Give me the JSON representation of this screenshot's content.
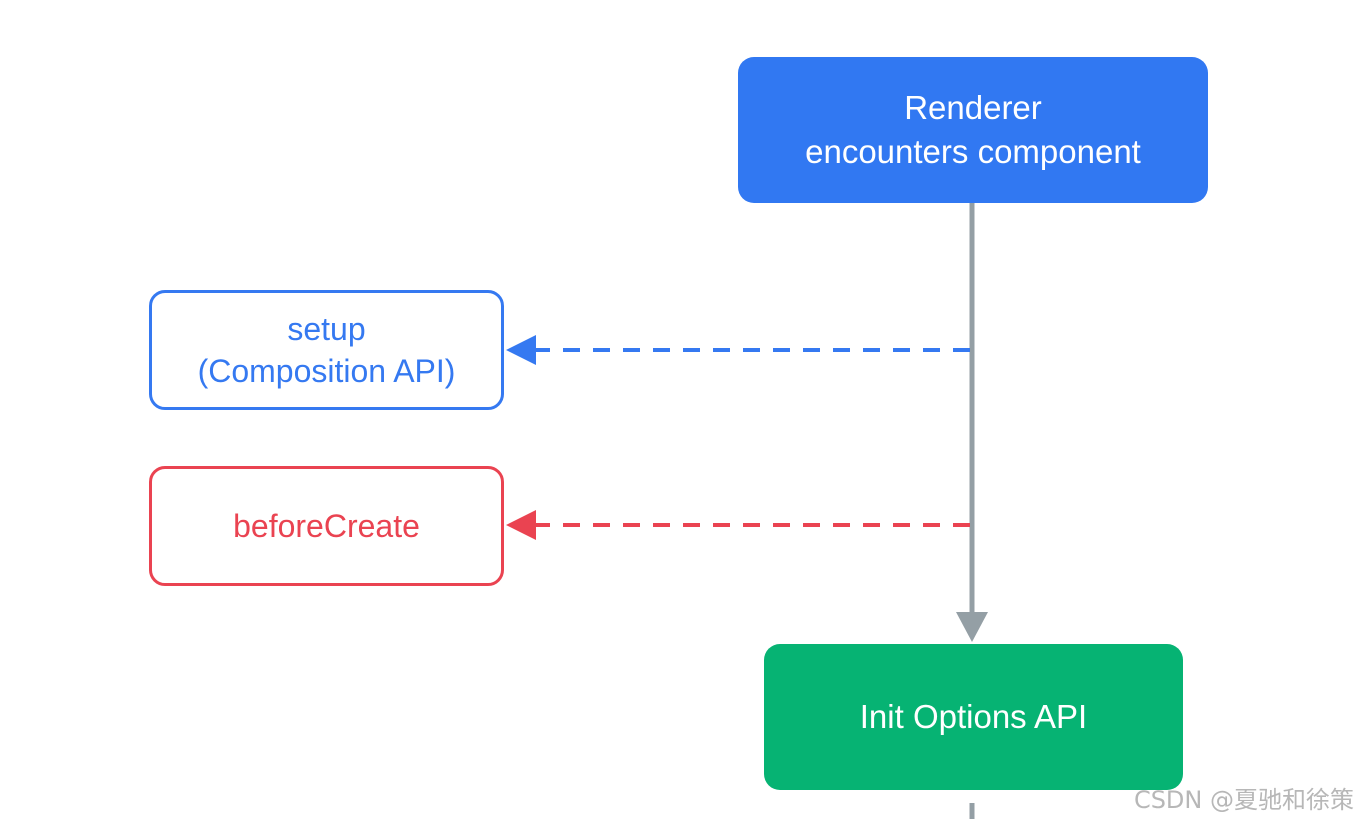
{
  "diagram": {
    "nodes": {
      "renderer": {
        "lines": [
          "Renderer",
          "encounters component"
        ],
        "fill": "#3178f2",
        "text_color": "#ffffff"
      },
      "setup": {
        "lines": [
          "setup",
          "(Composition API)"
        ],
        "border": "#3579f1",
        "text_color": "#3579f1"
      },
      "before_create": {
        "lines": [
          "beforeCreate"
        ],
        "border": "#ea4351",
        "text_color": "#ea4351"
      },
      "init_options": {
        "lines": [
          "Init Options API"
        ],
        "fill": "#06b373",
        "text_color": "#ffffff"
      }
    },
    "edges": [
      {
        "from": "renderer",
        "to": "init_options",
        "style": "solid",
        "color": "#949fa5"
      },
      {
        "from": "renderer",
        "to": "setup",
        "style": "dashed",
        "color": "#3579f1"
      },
      {
        "from": "renderer",
        "to": "before_create",
        "style": "dashed",
        "color": "#ea4351"
      }
    ]
  },
  "watermark": "CSDN @夏驰和徐策"
}
